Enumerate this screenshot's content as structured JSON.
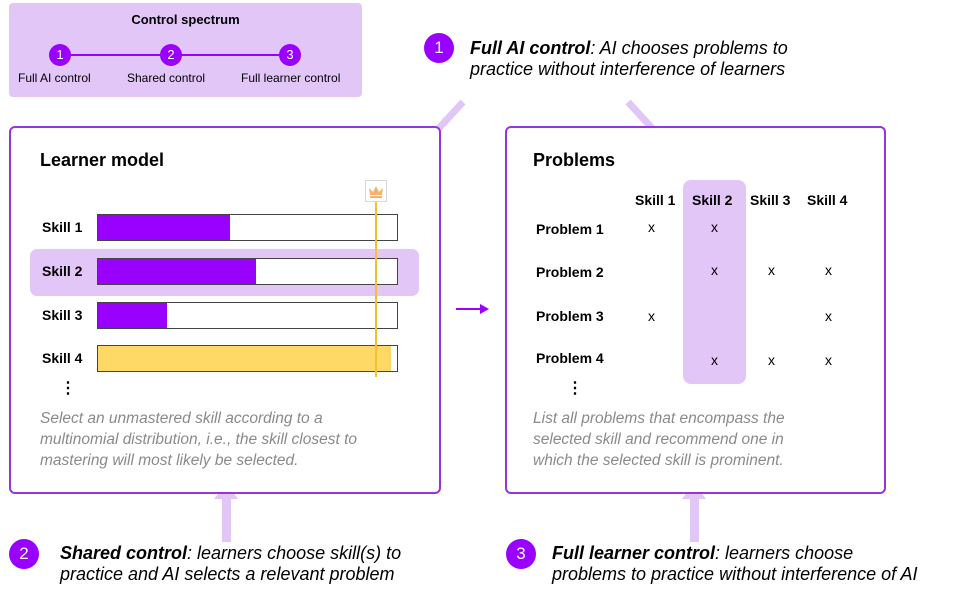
{
  "spectrum": {
    "title": "Control spectrum",
    "steps": [
      {
        "number": "1",
        "label": "Full AI control"
      },
      {
        "number": "2",
        "label": "Shared control"
      },
      {
        "number": "3",
        "label": "Full learner control"
      }
    ]
  },
  "callouts": {
    "one": {
      "number": "1",
      "bold": "Full AI control",
      "line1_rest": ": AI chooses problems to",
      "line2": "practice without interference of learners"
    },
    "two": {
      "number": "2",
      "bold": "Shared control",
      "line1_rest": ": learners choose skill(s) to",
      "line2": "practice and AI selects a relevant problem"
    },
    "three": {
      "number": "3",
      "bold": "Full learner control",
      "line1_rest": ": learners choose",
      "line2": "problems to practice without interference of AI"
    }
  },
  "learner_model": {
    "title": "Learner model",
    "mastery_icon": "crown-icon",
    "skills": [
      {
        "label": "Skill 1",
        "level": 0.44,
        "color": "#9900ff"
      },
      {
        "label": "Skill 2",
        "level": 0.53,
        "color": "#9900ff"
      },
      {
        "label": "Skill 3",
        "level": 0.23,
        "color": "#9900ff"
      },
      {
        "label": "Skill 4",
        "level": 0.98,
        "color": "#ffd966"
      }
    ],
    "ellipsis": "⋮",
    "note": [
      "Select an unmastered skill according to a",
      "multinomial distribution, i.e., the skill closest to",
      "mastering will most likely be selected."
    ]
  },
  "problems": {
    "title": "Problems",
    "columns": [
      "Skill 1",
      "Skill 2",
      "Skill 3",
      "Skill 4"
    ],
    "rows": [
      {
        "label": "Problem 1",
        "cells": [
          "x",
          "x",
          "",
          ""
        ]
      },
      {
        "label": "Problem 2",
        "cells": [
          "",
          "x",
          "x",
          "x"
        ]
      },
      {
        "label": "Problem 3",
        "cells": [
          "x",
          "",
          "",
          "x"
        ]
      },
      {
        "label": "Problem 4",
        "cells": [
          "",
          "x",
          "x",
          "x"
        ]
      }
    ],
    "ellipsis": "⋮",
    "note": [
      "List all problems that encompass the",
      "selected skill and recommend one in",
      "which the selected skill is prominent."
    ]
  },
  "colors": {
    "accent": "#9900ff",
    "highlight": "#e3c6f8",
    "mastered": "#ffd966",
    "threshold": "#f1c232",
    "border": "#9933dd"
  }
}
